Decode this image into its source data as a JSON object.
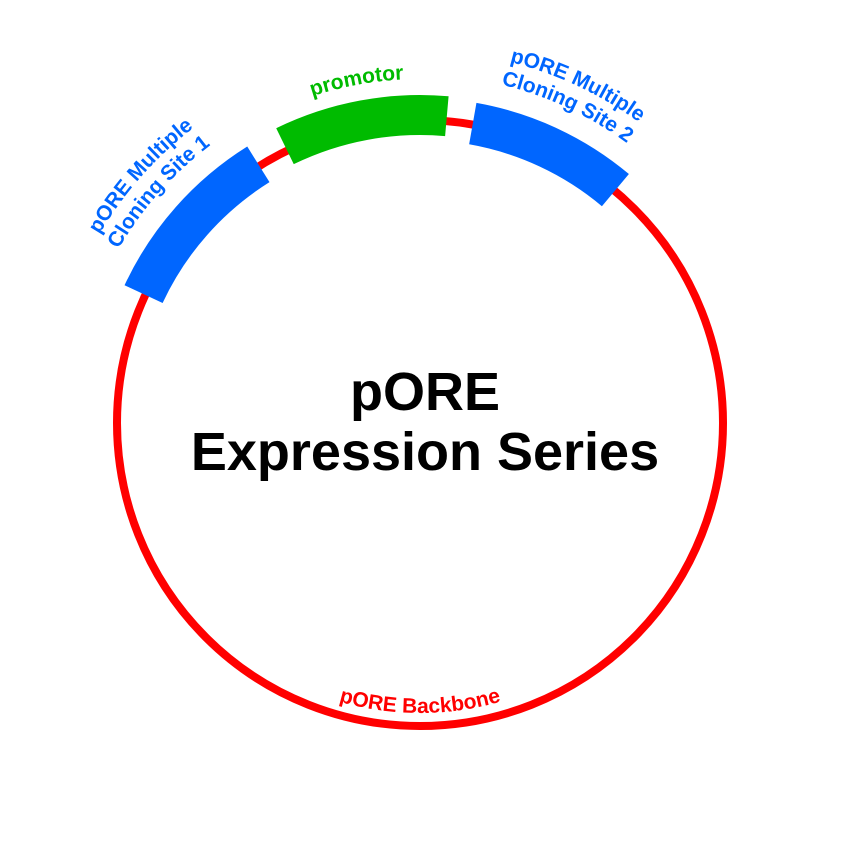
{
  "title": {
    "line1": "pORE",
    "line2": "Expression Series"
  },
  "plasmid": {
    "backbone": {
      "label": "pORE Backbone",
      "color": "#FF0000"
    },
    "features": [
      {
        "id": "mcs1",
        "label_lines": [
          "pORE Multiple",
          "Cloning Site 1"
        ],
        "color": "#0066FF",
        "start_deg": 122,
        "end_deg": 155
      },
      {
        "id": "promotor",
        "label_lines": [
          "promotor"
        ],
        "color": "#00BB00",
        "start_deg": 85,
        "end_deg": 116
      },
      {
        "id": "mcs2",
        "label_lines": [
          "pORE Multiple",
          "Cloning Site 2"
        ],
        "color": "#0066FF",
        "start_deg": 50,
        "end_deg": 80
      }
    ]
  }
}
